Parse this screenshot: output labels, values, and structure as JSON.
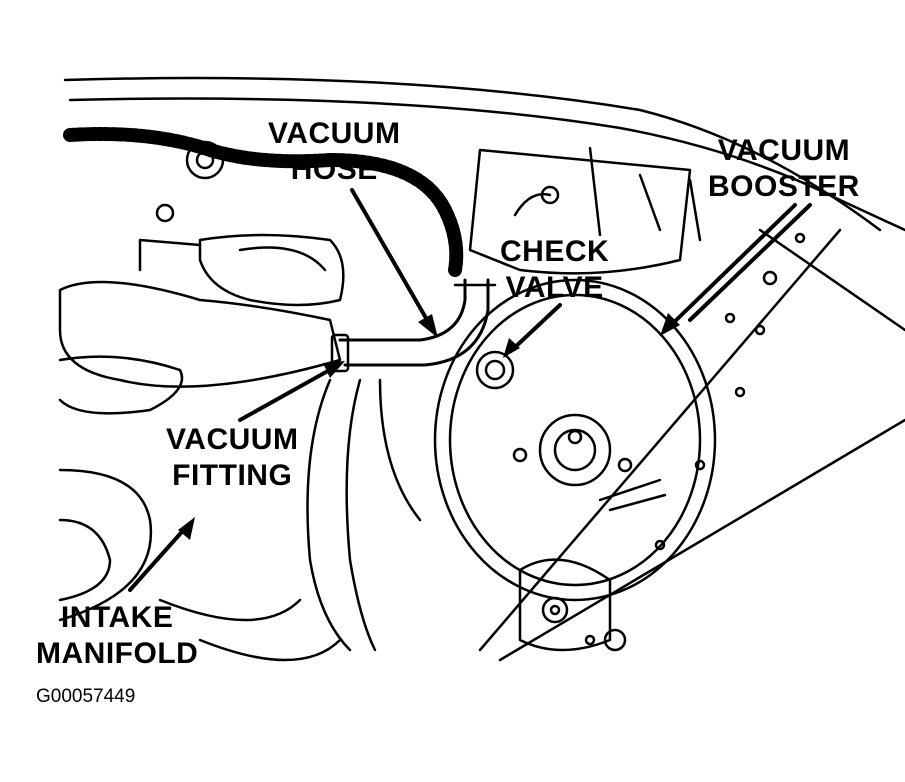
{
  "labels": {
    "vacuum_hose": [
      "VACUUM",
      "HOSE"
    ],
    "vacuum_booster": [
      "VACUUM",
      "BOOSTER"
    ],
    "check_valve": [
      "CHECK",
      "VALVE"
    ],
    "vacuum_fitting": [
      "VACUUM",
      "FITTING"
    ],
    "intake_manifold": [
      "INTAKE",
      "MANIFOLD"
    ]
  },
  "figure_id": "G00057449",
  "colors": {
    "ink": "#000000",
    "paper": "#ffffff"
  }
}
